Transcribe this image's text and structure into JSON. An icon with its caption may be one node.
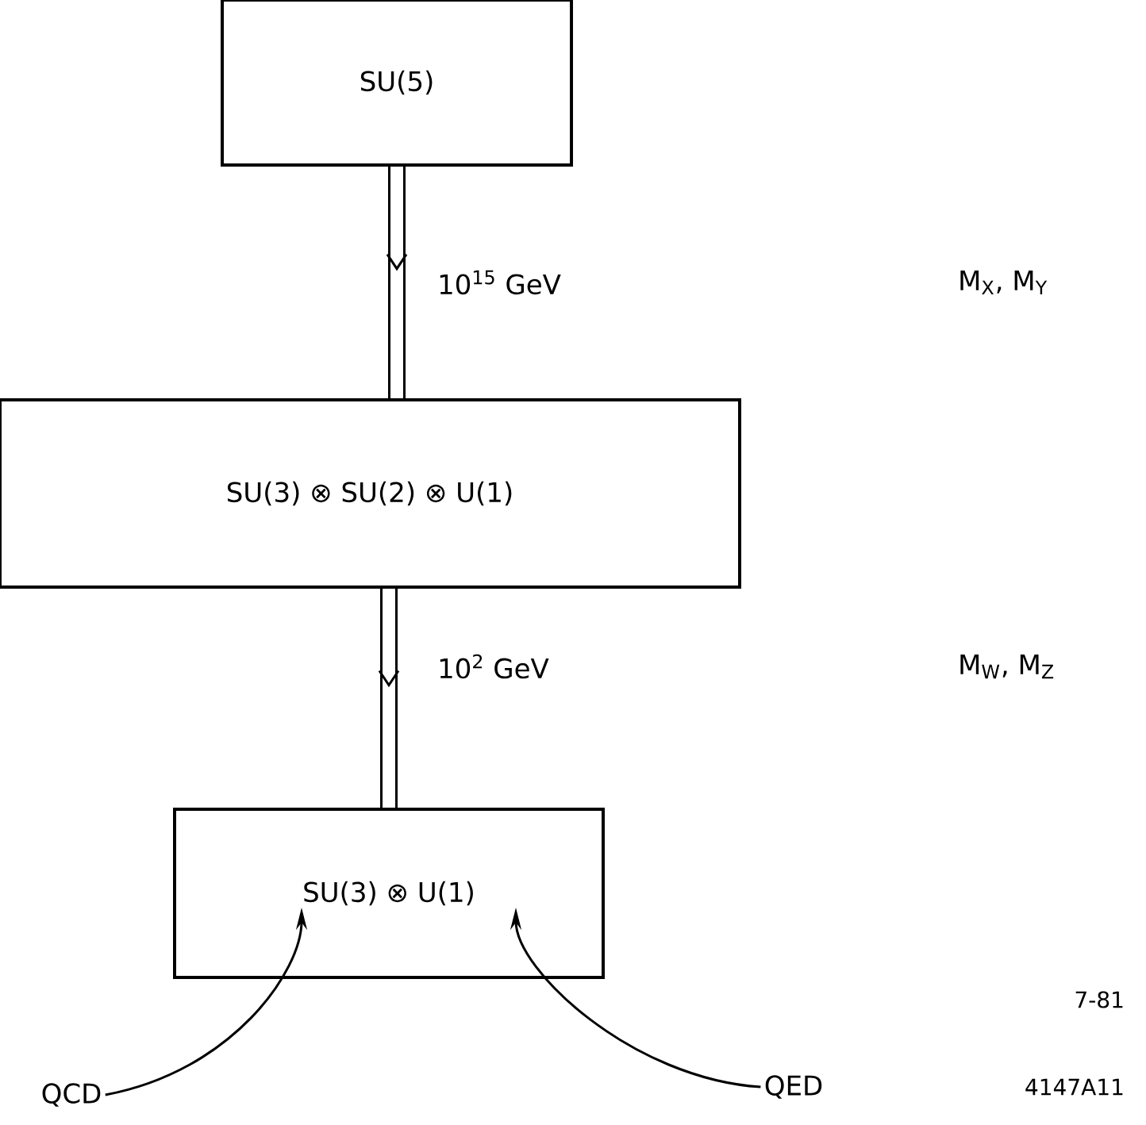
{
  "diagram": {
    "nodes": [
      {
        "text": [
          "SU(5)"
        ]
      },
      {
        "text": [
          "SU(3) ⊗ SU(2) ⊗ U(1)"
        ]
      },
      {
        "text": [
          "SU(3) ⊗ U(1)"
        ]
      },
      {
        "text": [
          "QCD"
        ]
      },
      {
        "text": [
          "QED"
        ]
      }
    ],
    "edges": [
      {
        "from": 0,
        "to": 1,
        "arrow": "to",
        "label": "10$^{15}$ GeV",
        "style": "thick"
      },
      {
        "from": 1,
        "to": 2,
        "arrow": "to",
        "label": "10$^{2}$ GeV",
        "style": "thick"
      },
      {
        "from": 3,
        "to": 2,
        "arrow": "to"
      },
      {
        "from": 4,
        "to": 2,
        "arrow": "to"
      }
    ],
    "labels": [
      "M$_{X}$, M$_{Y}$",
      "M$_{W}$, M$_{Z}$",
      "7-81",
      "4147A11"
    ]
  }
}
